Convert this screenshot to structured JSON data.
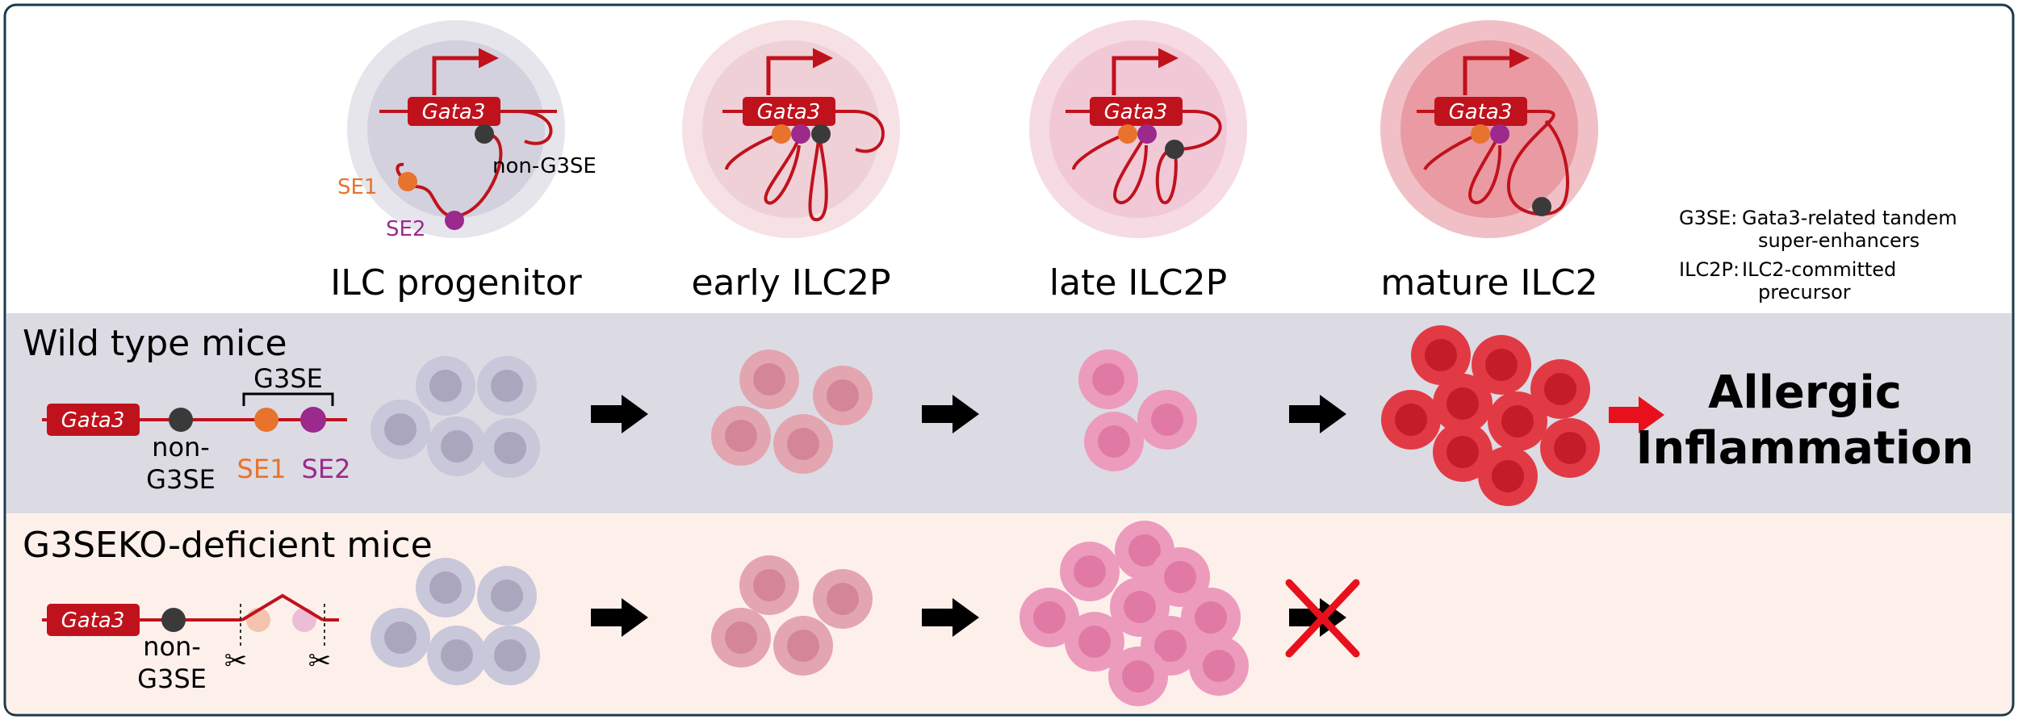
{
  "colors": {
    "gene_red": "#c0121c",
    "se1_orange": "#e8732c",
    "se2_purple": "#9b2a8c",
    "non_g3se_dark": "#3a3a3a",
    "frame_border": "#1e3a4a",
    "wild_band": "#dcdbe3",
    "ko_band": "#fdf0ea",
    "progenitor_cell": "#c9c7da",
    "early_cell": "#e3a5b0",
    "late_cell": "#ec9bbd",
    "mature_cell": "#e23a44",
    "stage_arrow": "#000000",
    "inflammation_arrow": "#e8101c",
    "block_cross": "#e8101c"
  },
  "stages": [
    {
      "label": "ILC progenitor"
    },
    {
      "label": "early ILC2P"
    },
    {
      "label": "late ILC2P"
    },
    {
      "label": "mature ILC2"
    }
  ],
  "nucleus_labels": {
    "gene": "Gata3",
    "se1": "SE1",
    "se2": "SE2",
    "non_g3se": "non-G3SE"
  },
  "legend": {
    "g3se_term": "G3SE:",
    "g3se_line1": "Gata3-related tandem",
    "g3se_line2": "super-enhancers",
    "ilc2p_term": "ILC2P:",
    "ilc2p_line1": "ILC2-committed",
    "ilc2p_line2": "precursor"
  },
  "wild_type": {
    "title": "Wild type mice",
    "gene": "Gata3",
    "non_g3se_line1": "non-",
    "non_g3se_line2": "G3SE",
    "g3se_bracket": "G3SE",
    "se1": "SE1",
    "se2": "SE2",
    "outcome_line1": "Allergic",
    "outcome_line2": "Inflammation"
  },
  "knockout": {
    "title": "G3SEKO-deficient mice",
    "gene": "Gata3",
    "non_g3se_line1": "non-",
    "non_g3se_line2": "G3SE"
  }
}
